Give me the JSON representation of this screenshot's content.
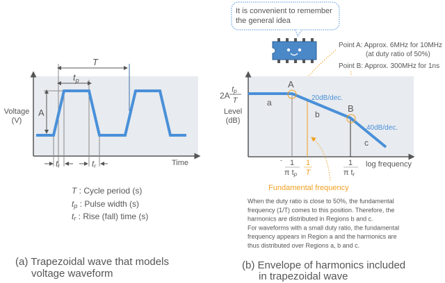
{
  "left": {
    "y_label_1": "Voltage",
    "y_label_2": "(V)",
    "x_label": "Time",
    "amplitude": "A",
    "period": "T",
    "pulse_t": "t",
    "pulse_sub": "p",
    "rise_t": "t",
    "rise_sub": "r",
    "legend": [
      {
        "sym": "T",
        "sub": "",
        "text": " : Cycle period (s)"
      },
      {
        "sym": "t",
        "sub": "p",
        "text": " : Pulse width (s)"
      },
      {
        "sym": "t",
        "sub": "r",
        "text": " : Rise (fall) time (s)"
      }
    ],
    "caption_1": "(a) Trapezoidal wave that models",
    "caption_2": "voltage waveform"
  },
  "right": {
    "bubble_1": "It is convenient to remember",
    "bubble_2": "the general idea",
    "point_a_1": "Point A: Approx. 6MHz for 10MHz",
    "point_a_2": "(at duty ratio of 50%)",
    "point_b": "Point B: Approx. 300MHz for 1ns",
    "y_max_prefix": "2A",
    "y_max_num": "t",
    "y_max_num_sub": "p",
    "y_max_den": "T",
    "y_label_1": "Level",
    "y_label_2": "(dB)",
    "x_label": "log frequency",
    "point_a": "A",
    "point_b_label": "B",
    "region_a": "a",
    "region_b": "b",
    "region_c": "c",
    "slope_1": "20dB/dec.",
    "slope_2": "40dB/dec.",
    "tick_1_num": "1",
    "tick_1_den": "π t",
    "tick_1_sub": "p",
    "tick_2_num": "1",
    "tick_2_den": "T",
    "tick_3_num": "1",
    "tick_3_den": "π t",
    "tick_3_sub": "r",
    "fundamental": "Fundamental frequency",
    "note": [
      "When the duty ratio is close to 50%, the fundamental",
      "frequency (1/T) comes to this position. Therefore, the",
      "harmonics are distributed in Regions b and c.",
      "For waveforms with a small duty ratio, the fundamental",
      "frequency appears in Region a and the harmonics are",
      "thus distributed over Regions a, b and c."
    ],
    "caption_1": "(b) Envelope of harmonics included",
    "caption_2": "in trapezoidal wave"
  },
  "colors": {
    "wave": "#4a90d9",
    "accent": "#f0a020",
    "plot_bg": "#e8ebef",
    "axis": "#555555",
    "chip": "#4a88c8"
  }
}
